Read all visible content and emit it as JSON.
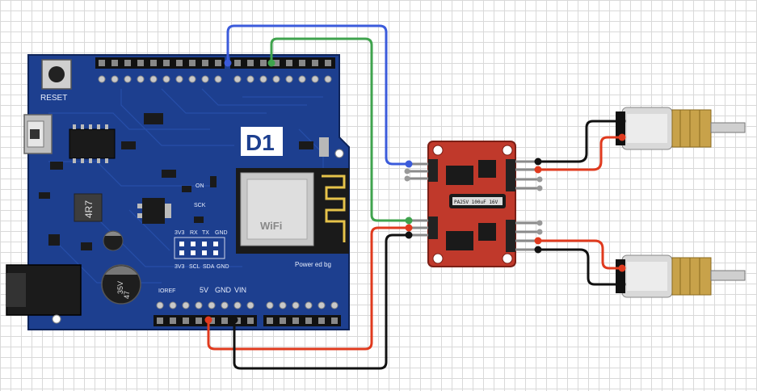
{
  "board": {
    "reset_label": "RESET",
    "model_label": "D1",
    "inductor_label": "4R7",
    "cap1_label": "35V",
    "cap2_label": "47",
    "wifi_label": "WiFi",
    "power_label": "Power ed bg",
    "pin_labels_bottom": [
      "IOREF",
      "5V",
      "GND",
      "VIN"
    ],
    "i2c_labels_top": [
      "3V3",
      "RX",
      "TX",
      "GND"
    ],
    "i2c_labels_bottom": [
      "3V3",
      "SCL",
      "SDA",
      "GND"
    ],
    "sck_label": "SCK",
    "on_label": "ON"
  },
  "driver": {
    "chip_label": "PA25V 100uF 16V"
  },
  "colors": {
    "board": "#1d3f8f",
    "driver": "#c0392b",
    "wire_blue": "#3b5bdb",
    "wire_green": "#3fa34d",
    "wire_red": "#e03a1e",
    "wire_black": "#111111"
  }
}
